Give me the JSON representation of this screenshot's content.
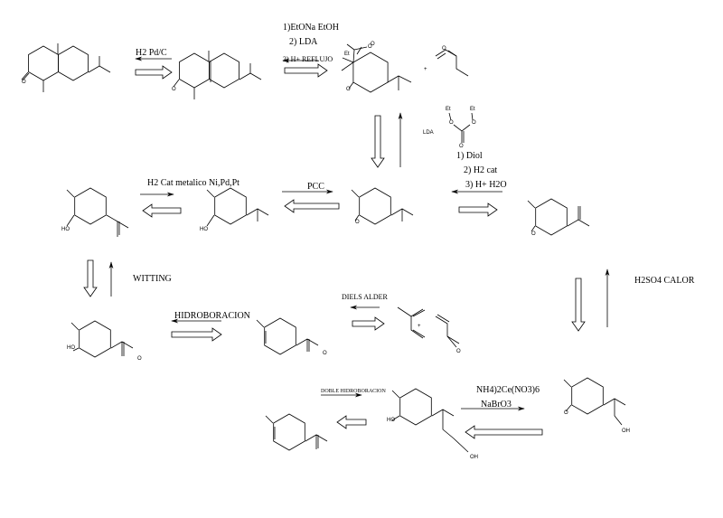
{
  "reagents": {
    "h2_pdc": "H2 Pd/C",
    "step1": "1)EtONa EtOH",
    "step2": "2) LDA",
    "step3": "3) H+ REFLUJO",
    "lda": "LDA",
    "diol1": "1) Diol",
    "diol2": "2) H2 cat",
    "diol3": "3) H+ H2O",
    "pcc": "PCC",
    "h2_cat": "H2 Cat metalico Ni,Pd,Pt",
    "witting": "WITTING",
    "hidroboracion": "HIDROBORACION",
    "diels_alder": "DIELS ALDER",
    "h2so4": "H2SO4 CALOR",
    "can1": "NH4)2Ce(NO3)6",
    "can2": "NaBrO3",
    "doble_hidroboracion": "DOBLE HIDROBORACION"
  },
  "atoms": {
    "o": "O",
    "ho": "HO",
    "oh": "OH",
    "et": "Et",
    "plus": "+"
  },
  "colors": {
    "line": "#000000",
    "background": "#ffffff"
  }
}
